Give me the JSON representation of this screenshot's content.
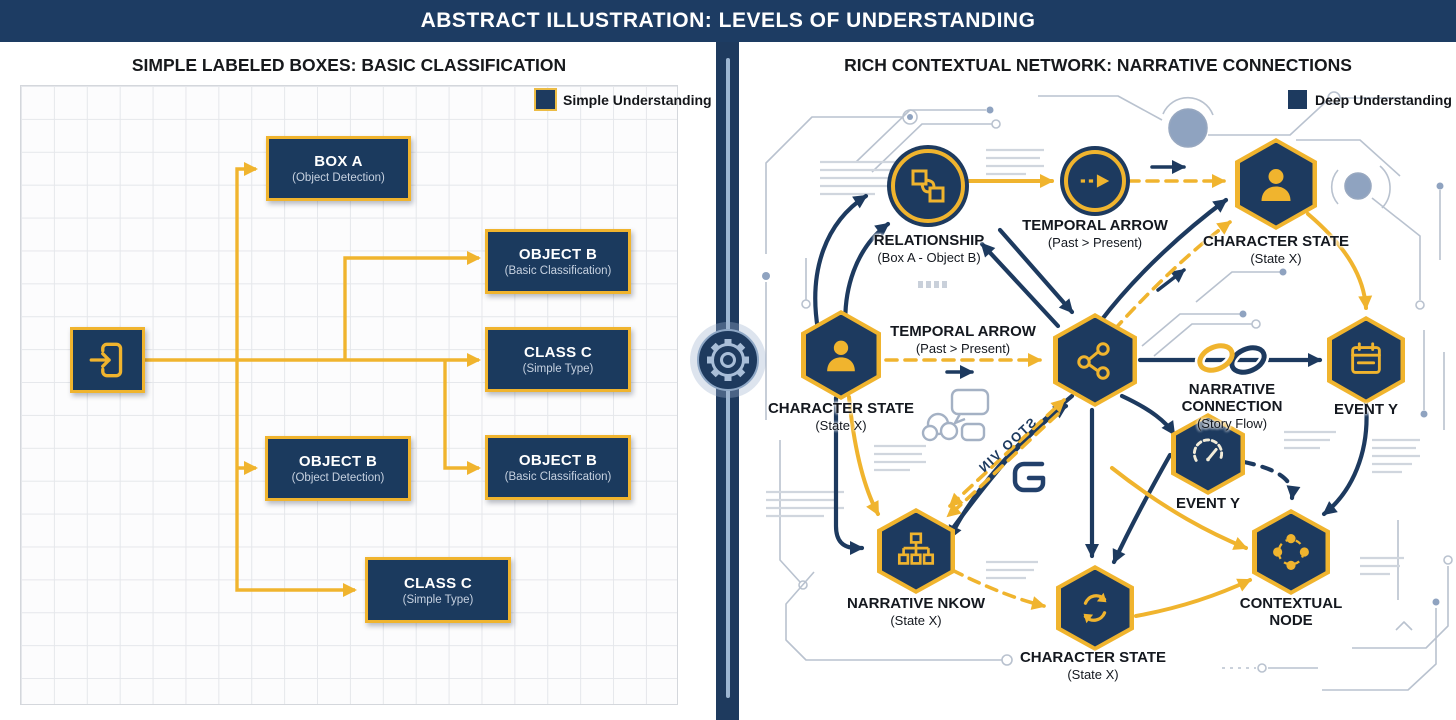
{
  "header": {
    "title": "ABSTRACT ILLUSTRATION: LEVELS OF UNDERSTANDING"
  },
  "left_panel": {
    "title": "SIMPLE LABELED BOXES: BASIC CLASSIFICATION",
    "legend_label": "Simple Understanding",
    "boxes": [
      {
        "title": "BOX A",
        "subtitle": "(Object Detection)"
      },
      {
        "title": "OBJECT B",
        "subtitle": "(Basic Classification)"
      },
      {
        "title": "CLASS C",
        "subtitle": "(Simple Type)"
      },
      {
        "title": "OBJECT B",
        "subtitle": "(Object Detection)"
      },
      {
        "title": "OBJECT B",
        "subtitle": "(Basic Classification)"
      },
      {
        "title": "CLASS C",
        "subtitle": "(Simple Type)"
      }
    ]
  },
  "right_panel": {
    "title": "RICH CONTEXTUAL NETWORK: NARRATIVE CONNECTIONS",
    "legend_label": "Deep Understanding",
    "nodes": {
      "relationship": {
        "title": "RELATIONSHIP",
        "subtitle": "(Box A - Object B)"
      },
      "temporal_arrow": {
        "title": "TEMPORAL ARROW",
        "subtitle": "(Past > Present)"
      },
      "character_state_top": {
        "title": "CHARACTER STATE",
        "subtitle": "(State X)"
      },
      "character_state_left": {
        "title": "CHARACTER STATE",
        "subtitle": "(State X)"
      },
      "temporal_arrow_mid": {
        "title": "TEMPORAL ARROW",
        "subtitle": "(Past > Present)"
      },
      "narrative_connection": {
        "title": "NARRATIVE CONNECTION",
        "subtitle": "(Story Flow)"
      },
      "event_y_calendar": {
        "title": "EVENT Y"
      },
      "event_y_gauge": {
        "title": "EVENT Y"
      },
      "narrative_nkow": {
        "title": "NARRATIVE NKOW",
        "subtitle": "(State X)"
      },
      "character_state_bottom": {
        "title": "CHARACTER STATE",
        "subtitle": "(State X)"
      },
      "contextual_node": {
        "title": "CONTEXTUAL",
        "subtitle": "NODE"
      }
    },
    "annotation": "STOO VIN"
  },
  "colors": {
    "navy": "#1d3a5f",
    "yellow": "#f0b42e"
  }
}
